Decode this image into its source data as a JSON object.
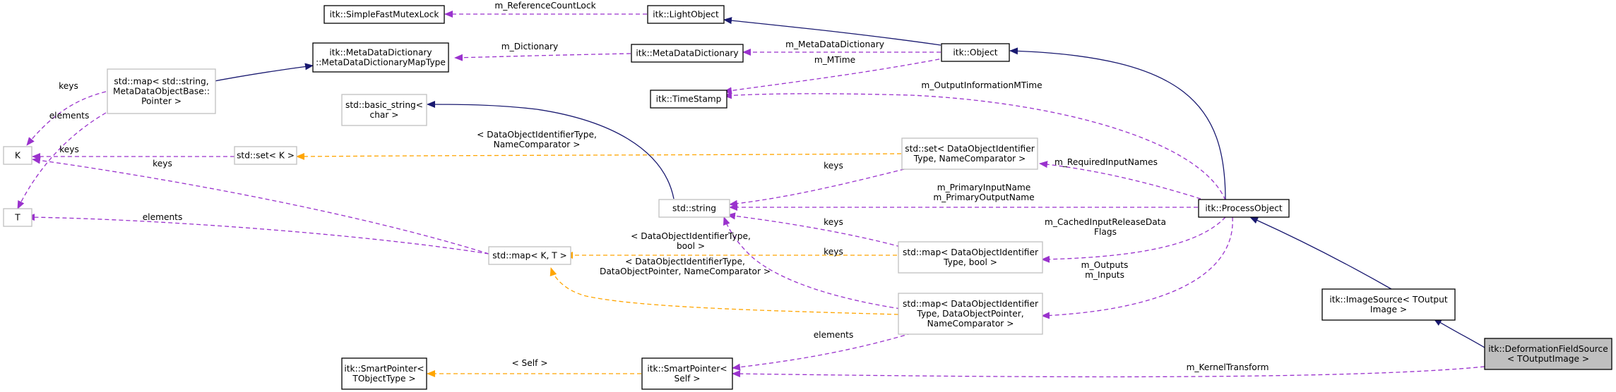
{
  "colors": {
    "inherit": "#191970",
    "usage": "#9a32cd",
    "template": "#ffa500",
    "node_border": "#000000",
    "node_border_light": "#bfbfbf",
    "node_focus_fill": "#bfbfbf"
  },
  "nodes": [
    {
      "id": "simplefastmutex",
      "lines": [
        "itk::SimpleFastMutexLock"
      ],
      "style": "solid"
    },
    {
      "id": "lightobject",
      "lines": [
        "itk::LightObject"
      ],
      "style": "solid"
    },
    {
      "id": "metadictmaptype",
      "lines": [
        "itk::MetaDataDictionary",
        "::MetaDataDictionaryMapType"
      ],
      "style": "solid"
    },
    {
      "id": "metadict",
      "lines": [
        "itk::MetaDataDictionary"
      ],
      "style": "solid"
    },
    {
      "id": "object",
      "lines": [
        "itk::Object"
      ],
      "style": "solid"
    },
    {
      "id": "stdmap_metadataobj",
      "lines": [
        "std::map< std::string,",
        "MetaDataObjectBase::",
        "Pointer >"
      ],
      "style": "light"
    },
    {
      "id": "timestamp",
      "lines": [
        "itk::TimeStamp"
      ],
      "style": "solid"
    },
    {
      "id": "basic_string",
      "lines": [
        "std::basic_string<",
        "char >"
      ],
      "style": "light"
    },
    {
      "id": "K",
      "lines": [
        "K"
      ],
      "style": "light"
    },
    {
      "id": "stdset_K",
      "lines": [
        "std::set< K >"
      ],
      "style": "light"
    },
    {
      "id": "stdset_dataobj",
      "lines": [
        "std::set< DataObjectIdentifier",
        "Type, NameComparator >"
      ],
      "style": "light"
    },
    {
      "id": "T",
      "lines": [
        "T"
      ],
      "style": "light"
    },
    {
      "id": "stdstring",
      "lines": [
        "std::string"
      ],
      "style": "light"
    },
    {
      "id": "processobject",
      "lines": [
        "itk::ProcessObject"
      ],
      "style": "solid"
    },
    {
      "id": "stdmap_KT",
      "lines": [
        "std::map< K, T >"
      ],
      "style": "light"
    },
    {
      "id": "stdmap_bool",
      "lines": [
        "std::map< DataObjectIdentifier",
        "Type, bool >"
      ],
      "style": "light"
    },
    {
      "id": "stdmap_dataobjptr",
      "lines": [
        "std::map< DataObjectIdentifier",
        "Type, DataObjectPointer,",
        "NameComparator >"
      ],
      "style": "light"
    },
    {
      "id": "imagesource",
      "lines": [
        "itk::ImageSource< TOutput",
        "Image >"
      ],
      "style": "solid"
    },
    {
      "id": "smartptr_T",
      "lines": [
        "itk::SmartPointer<",
        "TObjectType >"
      ],
      "style": "solid"
    },
    {
      "id": "smartptr_self",
      "lines": [
        "itk::SmartPointer<",
        "Self >"
      ],
      "style": "solid"
    },
    {
      "id": "deformationfieldsource",
      "lines": [
        "itk::DeformationFieldSource",
        "< TOutputImage >"
      ],
      "style": "focus"
    }
  ],
  "edge_labels": [
    {
      "id": "lbl-reference-count-lock",
      "lines": [
        "m_ReferenceCountLock"
      ]
    },
    {
      "id": "lbl-dictionary",
      "lines": [
        "m_Dictionary"
      ]
    },
    {
      "id": "lbl-metadata-dictionary",
      "lines": [
        "m_MetaDataDictionary"
      ]
    },
    {
      "id": "lbl-mtime",
      "lines": [
        "m_MTime"
      ]
    },
    {
      "id": "lbl-output-information-mtime",
      "lines": [
        "m_OutputInformationMTime"
      ]
    },
    {
      "id": "lbl-keys-stdmap",
      "lines": [
        "keys"
      ]
    },
    {
      "id": "lbl-elements-stdmap",
      "lines": [
        "elements"
      ]
    },
    {
      "id": "lbl-keys-set",
      "lines": [
        "keys"
      ]
    },
    {
      "id": "lbl-keys-map",
      "lines": [
        "keys"
      ]
    },
    {
      "id": "lbl-elements-map",
      "lines": [
        "elements"
      ]
    },
    {
      "id": "lbl-set-template",
      "lines": [
        "< DataObjectIdentifierType,",
        "NameComparator >"
      ]
    },
    {
      "id": "lbl-keys-setdataobj",
      "lines": [
        "keys"
      ]
    },
    {
      "id": "lbl-required-input-names",
      "lines": [
        "m_RequiredInputNames"
      ]
    },
    {
      "id": "lbl-primary-names",
      "lines": [
        "m_PrimaryInputName",
        "m_PrimaryOutputName"
      ]
    },
    {
      "id": "lbl-keys-mapbool",
      "lines": [
        "keys"
      ]
    },
    {
      "id": "lbl-keys-mapptr",
      "lines": [
        "keys"
      ]
    },
    {
      "id": "lbl-cached-flags",
      "lines": [
        "m_CachedInputReleaseData",
        "Flags"
      ]
    },
    {
      "id": "lbl-map-bool-template",
      "lines": [
        "< DataObjectIdentifierType,",
        "bool >"
      ]
    },
    {
      "id": "lbl-map-ptr-template",
      "lines": [
        "< DataObjectIdentifierType,",
        "DataObjectPointer, NameComparator >"
      ]
    },
    {
      "id": "lbl-outputs-inputs",
      "lines": [
        "m_Outputs",
        "m_Inputs"
      ]
    },
    {
      "id": "lbl-elements-smart",
      "lines": [
        "elements"
      ]
    },
    {
      "id": "lbl-self-template",
      "lines": [
        "< Self >"
      ]
    },
    {
      "id": "lbl-kernel-transform",
      "lines": [
        "m_KernelTransform"
      ]
    }
  ]
}
